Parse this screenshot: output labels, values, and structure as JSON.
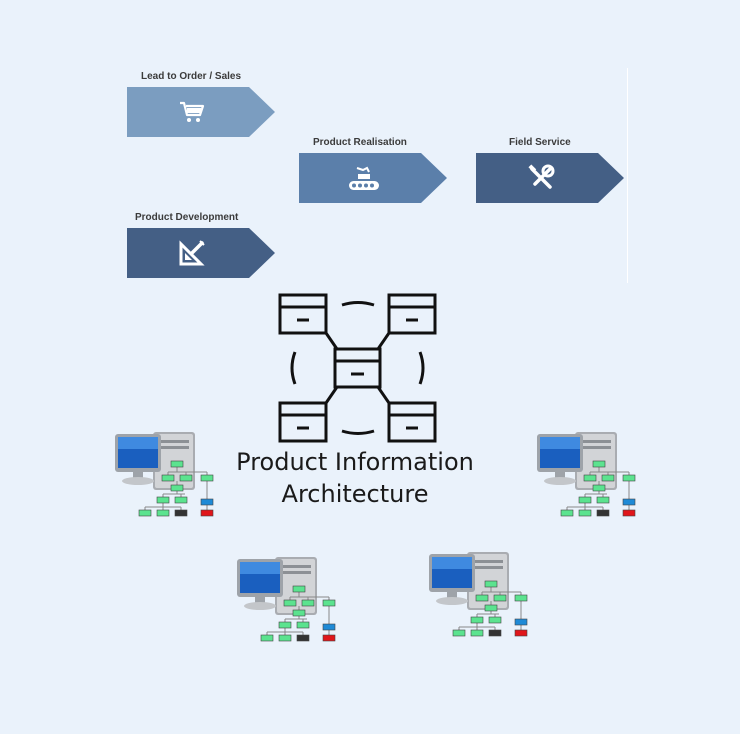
{
  "process": {
    "lead_to_order": {
      "label": "Lead to Order / Sales",
      "color": "#7b9dc0",
      "icon": "cart-icon"
    },
    "product_realisation": {
      "label": "Product Realisation",
      "color": "#5b7faa",
      "icon": "conveyor-icon"
    },
    "field_service": {
      "label": "Field Service",
      "color": "#445f85",
      "icon": "tools-icon"
    },
    "product_development": {
      "label": "Product Development",
      "color": "#445f85",
      "icon": "design-icon"
    }
  },
  "central": {
    "icon": "database-network-icon",
    "title_line1": "Product Information",
    "title_line2": "Architecture"
  },
  "systems": {
    "icon": "computer-hierarchy-icon",
    "count": 4
  }
}
